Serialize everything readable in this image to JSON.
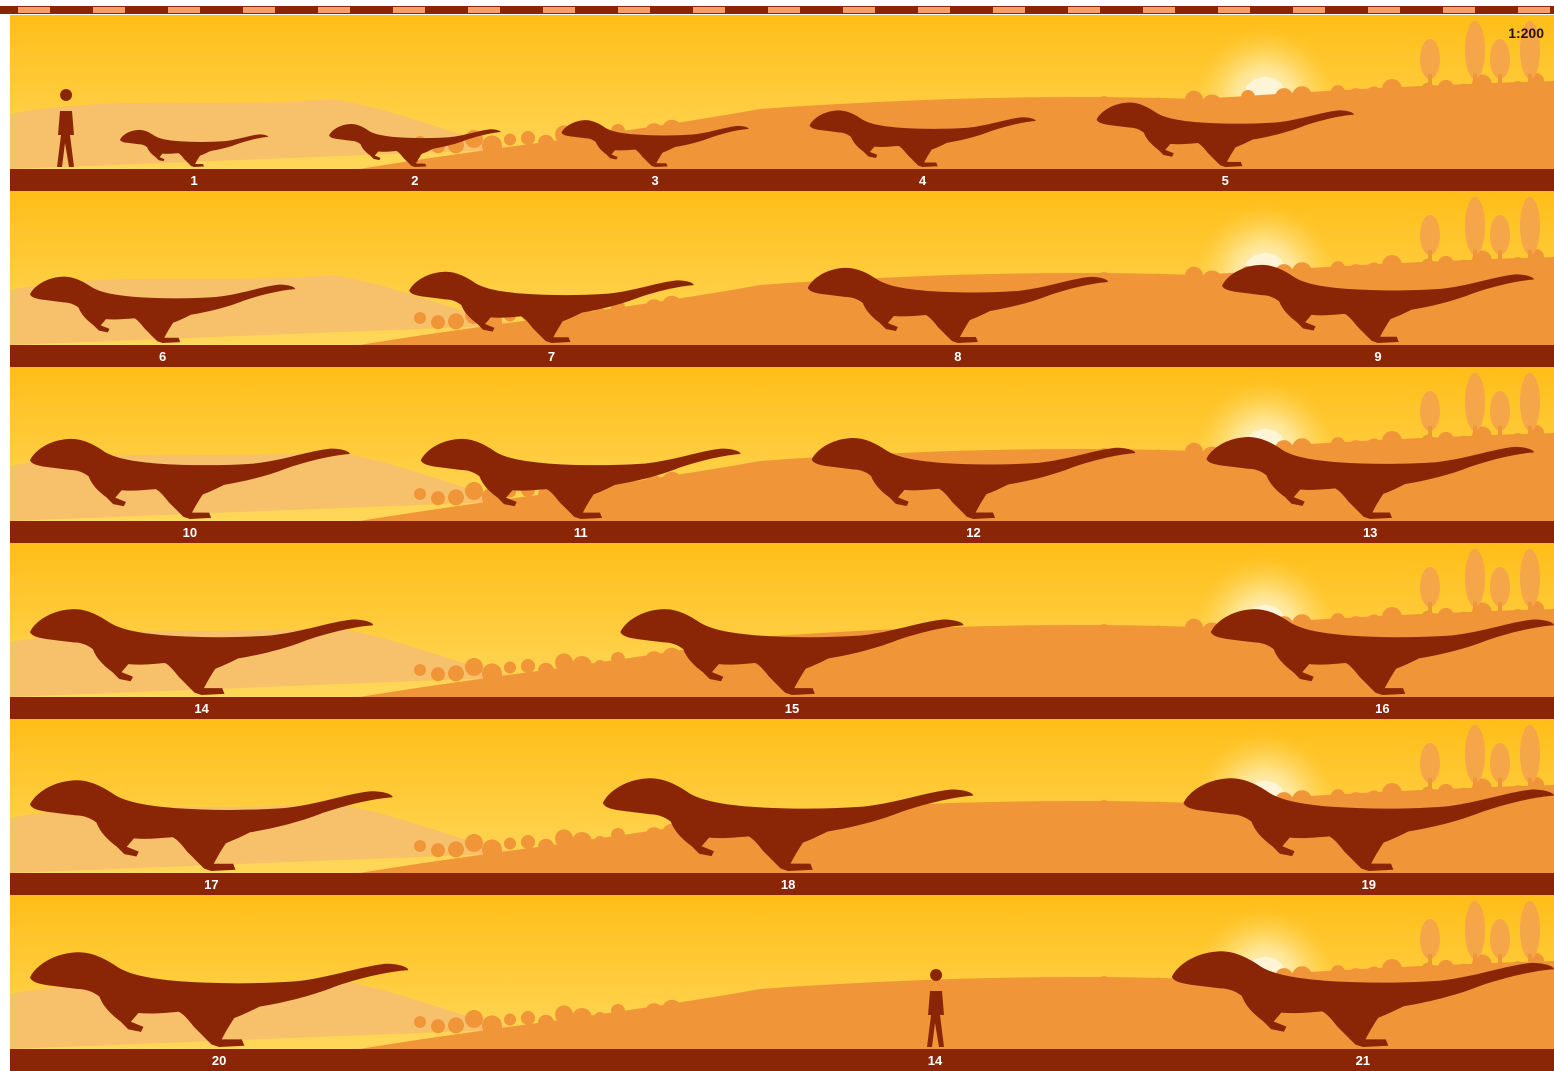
{
  "scale_label": "1:200",
  "colors": {
    "sky_top": "#ffbe18",
    "sky_mid": "#ffd75a",
    "far_hills": "#f7c06a",
    "ground": "#f09638",
    "ground_light": "#f4a648",
    "silhouette": "#8a2606",
    "sun": "#fff4d6",
    "stripe_dark": "#8a2606",
    "stripe_light": "#f3a068"
  },
  "rows": [
    {
      "specimens": [
        {
          "label": "1",
          "size": 0.38
        },
        {
          "label": "2",
          "size": 0.44
        },
        {
          "label": "3",
          "size": 0.48
        },
        {
          "label": "4",
          "size": 0.58
        },
        {
          "label": "5",
          "size": 0.66
        }
      ],
      "human": "left"
    },
    {
      "specimens": [
        {
          "label": "6",
          "size": 0.68
        },
        {
          "label": "7",
          "size": 0.73
        },
        {
          "label": "8",
          "size": 0.77
        },
        {
          "label": "9",
          "size": 0.8
        }
      ]
    },
    {
      "specimens": [
        {
          "label": "10",
          "size": 0.82
        },
        {
          "label": "11",
          "size": 0.82
        },
        {
          "label": "12",
          "size": 0.83
        },
        {
          "label": "13",
          "size": 0.84
        }
      ]
    },
    {
      "specimens": [
        {
          "label": "14",
          "size": 0.88
        },
        {
          "label": "15",
          "size": 0.88
        },
        {
          "label": "16",
          "size": 0.88
        }
      ]
    },
    {
      "specimens": [
        {
          "label": "17",
          "size": 0.93
        },
        {
          "label": "18",
          "size": 0.95
        },
        {
          "label": "19",
          "size": 0.95
        }
      ]
    },
    {
      "specimens": [
        {
          "label": "20",
          "size": 0.97
        },
        {
          "label": "21",
          "size": 0.98
        }
      ],
      "human_label": "14"
    }
  ]
}
